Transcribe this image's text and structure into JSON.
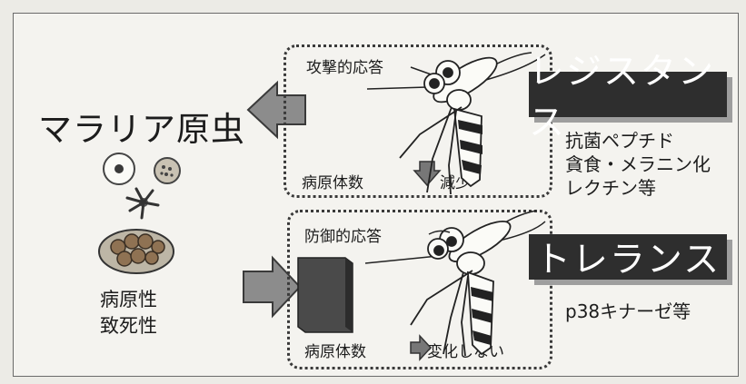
{
  "main_title": "マラリア原虫",
  "parasite_traits": [
    "病原性",
    "致死性"
  ],
  "top_panel": {
    "response_label": "攻撃的応答",
    "count_label": "病原体数",
    "result_label": "減少",
    "banner": "レジスタンス",
    "mechanisms": [
      "抗菌ペプチド",
      "貪食・メラニン化",
      "レクチン等"
    ]
  },
  "bottom_panel": {
    "response_label": "防御的応答",
    "count_label": "病原体数",
    "result_label": "変化しない",
    "banner": "トレランス",
    "mechanisms": [
      "p38キナーゼ等"
    ]
  },
  "colors": {
    "banner_bg": "#2e2e2e",
    "arrow_fill": "#8c8c8c",
    "barrier": "#3f3f3f",
    "parasite_orange": "#9a7a5a"
  }
}
